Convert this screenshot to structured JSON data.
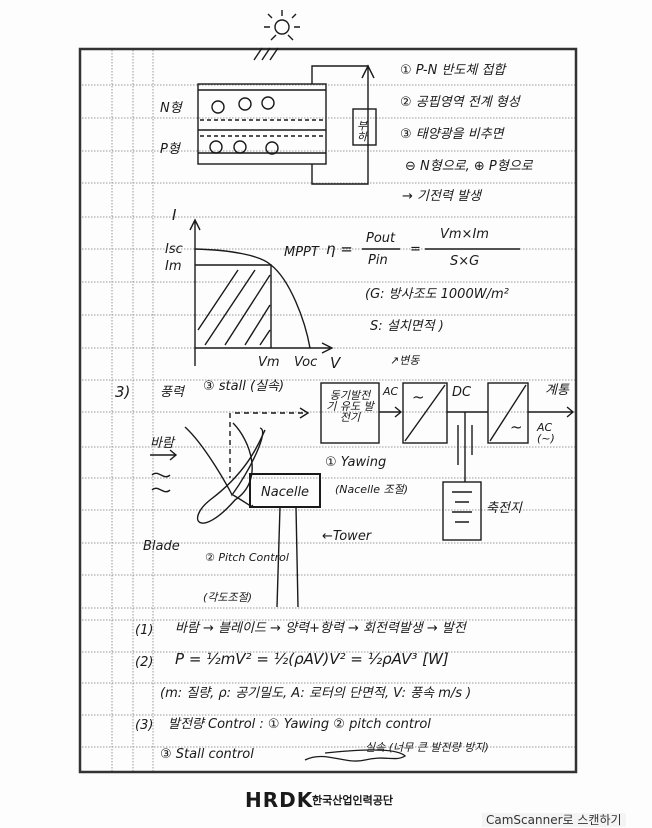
{
  "pv": {
    "n_type": "N형",
    "p_type": "P형",
    "load": "부하",
    "steps": [
      "① P-N 반도체 접합",
      "② 공핍영역 전계 형성",
      "③ 태양광을 비추면",
      "⊖ N형으로, ⊕ P형으로",
      "→ 기전력 발생"
    ]
  },
  "iv_curve": {
    "i_axis": "I",
    "isc": "Isc",
    "im": "Im",
    "mppt": "MPPT",
    "vm": "Vm",
    "voc": "Voc",
    "v_axis": "V",
    "eta": "η =",
    "pout": "Pout",
    "pin": "Pin",
    "eq": "=",
    "num": "Vm×Im",
    "den": "S×G",
    "note_g": "(G: 방사조도 1000W/m²",
    "note_s": "S: 설치면적 )",
    "variation": "↗변동"
  },
  "wind": {
    "section": "3)",
    "title": "풍력",
    "stall": "③ stall (실속)",
    "generator": "동기발전기 유도 발전기",
    "ac": "AC",
    "dc": "DC",
    "grid": "계통",
    "ac_out": "AC (~)",
    "wind_label": "바람",
    "blade": "Blade",
    "pitch": "② Pitch Control",
    "pitch_note": "(각도조절)",
    "yawing": "① Yawing",
    "yawing_note": "(Nacelle 조절)",
    "nacelle": "Nacelle",
    "tower": "←Tower",
    "battery": "축전지"
  },
  "lines": [
    {
      "num": "(1)",
      "text": "바람 → 블레이드 → 양력+항력 → 회전력발생 → 발전"
    },
    {
      "num": "(2)",
      "text": "P = ½mV² = ½(ρAV)V² = ½ρAV³ [W]"
    },
    {
      "num": "",
      "text": "(m: 질량, ρ: 공기밀도, A: 로터의 단면적, V: 풍속 m/s )"
    },
    {
      "num": "(3)",
      "text": "발전량 Control : ① Yawing   ② pitch control"
    },
    {
      "num": "",
      "text": "③ Stall control"
    }
  ],
  "stall_note": "실속 (너무 큰 발전량 방지)",
  "footer": {
    "logo": "HRDK",
    "org": "한국산업인력공단",
    "scanner": "CamScanner로 스캔하기"
  }
}
